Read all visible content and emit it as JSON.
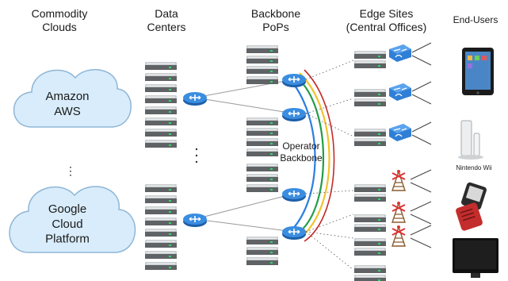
{
  "columns": {
    "commodity_clouds": "Commodity\nClouds",
    "data_centers": "Data\nCenters",
    "backbone_pops": "Backbone\nPoPs",
    "edge_sites": "Edge Sites\n(Central Offices)",
    "end_users": "End-Users"
  },
  "clouds": [
    "Amazon\nAWS",
    "Google\nCloud\nPlatform"
  ],
  "clouds_ellipsis": "⋮",
  "backbone_label": "Operator\nBackbone",
  "device_labels": {
    "nintendo": "Nintendo Wii"
  },
  "icons": [
    "cloud-icon",
    "server-rack-icon",
    "router-icon",
    "switch-icon",
    "antenna-tower-icon",
    "tablet-icon",
    "game-console-icon",
    "flip-phone-icon",
    "television-icon"
  ],
  "colors": {
    "router": "#2f7fd6",
    "server_dark": "#5f6366",
    "server_light": "#c9cdcf",
    "cloud_fill": "#d8ecfb",
    "cloud_stroke": "#8fb6d6",
    "link": "#9a9a9a",
    "ring": [
      "#1f9e48",
      "#f2c230",
      "#2a7ee0",
      "#c62828"
    ]
  }
}
